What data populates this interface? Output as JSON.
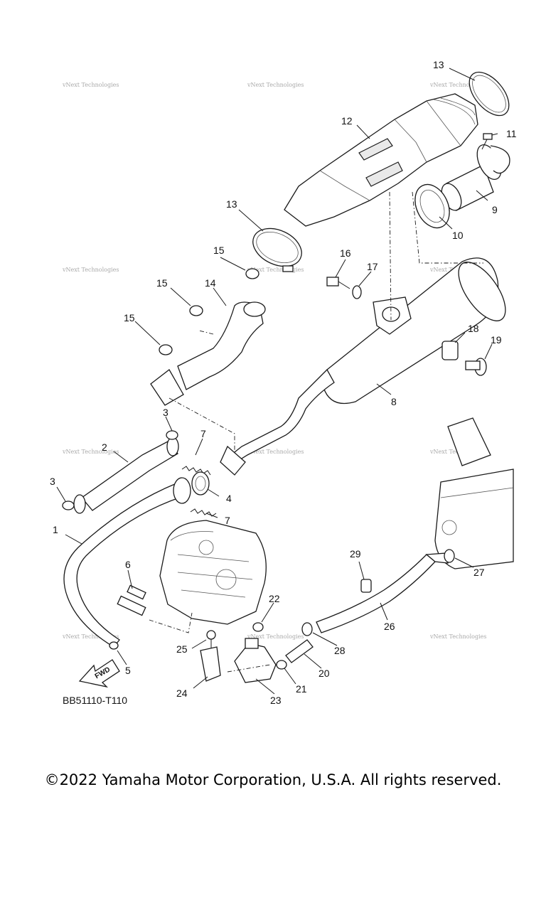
{
  "diagram": {
    "callouts": [
      "1",
      "2",
      "3",
      "4",
      "5",
      "6",
      "7",
      "8",
      "9",
      "10",
      "11",
      "12",
      "13",
      "14",
      "15",
      "16",
      "17",
      "18",
      "19",
      "20",
      "21",
      "22",
      "23",
      "24",
      "25",
      "26",
      "27",
      "28",
      "29"
    ],
    "drawing_code": "BB51110-T110",
    "fwd_label": "FWD",
    "watermark": "vNext Technologies"
  },
  "footer": {
    "copyright": "©2022 Yamaha Motor Corporation, U.S.A. All rights reserved."
  }
}
